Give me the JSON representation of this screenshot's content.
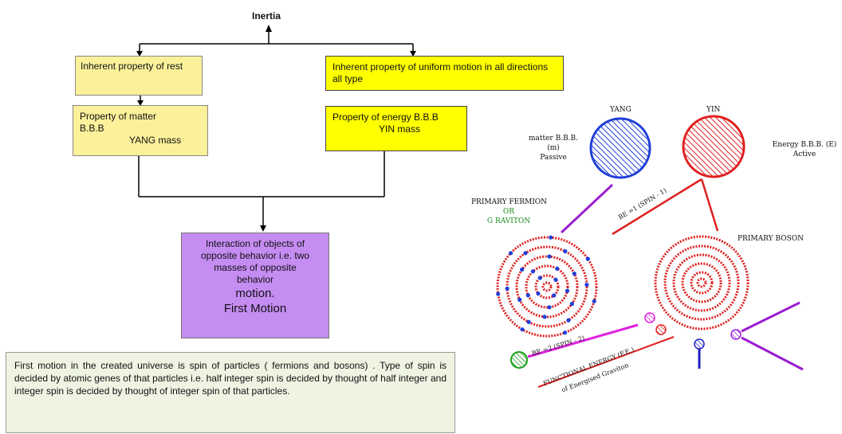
{
  "flow": {
    "top": "Inertia",
    "rest": "Inherent property of rest",
    "uniform": "Inherent property of uniform motion in all directions all type",
    "matter_l1": "Property of matter",
    "matter_l2": "B.B.B",
    "matter_l3": "YANG mass",
    "energy_l1": "Property of energy B.B.B",
    "energy_l2": "YIN mass",
    "inter_l1": "Interaction of objects of",
    "inter_l2": "opposite behavior i.e. two",
    "inter_l3": "masses of opposite",
    "inter_l4": "behavior",
    "inter_l5": "motion.",
    "inter_l6": "First Motion"
  },
  "note": "First motion in the created universe is spin of particles ( fermions and bosons) . Type of spin is decided by atomic genes of that particles i.e. half integer spin is decided by thought of half integer and integer spin is decided by thought of integer spin of that particles.",
  "figure": {
    "yang": "YANG",
    "yin": "YIN",
    "matter_1": "matter B.B.B.",
    "matter_2": "(m)",
    "matter_3": "Passive",
    "energy_1": "Energy B.B.B. (E)",
    "energy_2": "Active",
    "fermion_1": "PRIMARY FERMION",
    "fermion_2": "OR",
    "fermion_3": "G RAVITON",
    "boson": "PRIMARY BOSON",
    "be1": "BE =1 (SPIN - 1)",
    "be2": "BE =2 (SPIN - 2)",
    "fe1": "FUNCTIONAL ENERGY (F.E.)",
    "fe2": "of Energised Graviton"
  },
  "colors": {
    "yang": "#1f3fd8",
    "yin": "#e02020",
    "purple_line": "#9a1fd0",
    "magenta_line": "#e020e0",
    "green_label": "#1a8a1a"
  }
}
